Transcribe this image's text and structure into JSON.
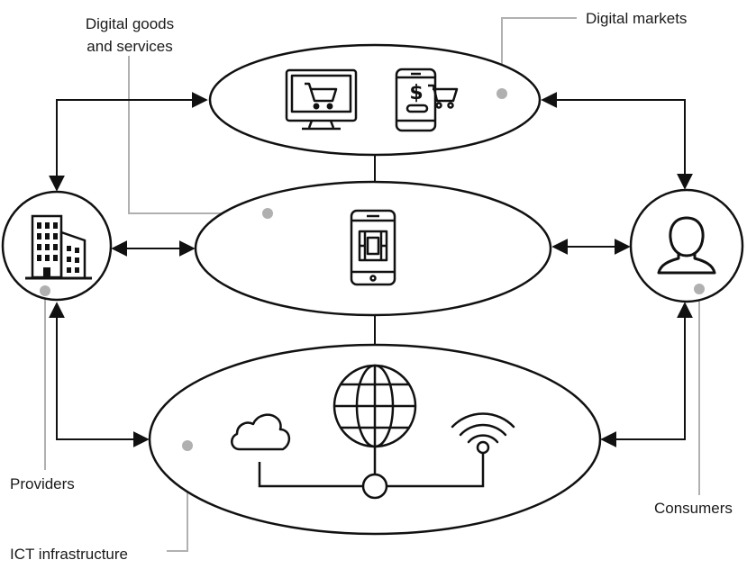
{
  "labels": {
    "digital_goods_line1": "Digital goods",
    "digital_goods_line2": "and services",
    "digital_markets": "Digital markets",
    "providers": "Providers",
    "consumers": "Consumers",
    "ict_infrastructure": "ICT infrastructure"
  },
  "icons": {
    "digital_markets": [
      "shopping-cart-monitor-icon",
      "mobile-payment-cart-icon"
    ],
    "digital_goods": [
      "mobile-video-icon"
    ],
    "ict_infrastructure": [
      "cloud-icon",
      "globe-icon",
      "wifi-icon",
      "network-node-icon"
    ],
    "providers": "office-building-icon",
    "consumers": "user-icon"
  },
  "colors": {
    "stroke": "#111111",
    "leader": "#b0b0b0"
  }
}
